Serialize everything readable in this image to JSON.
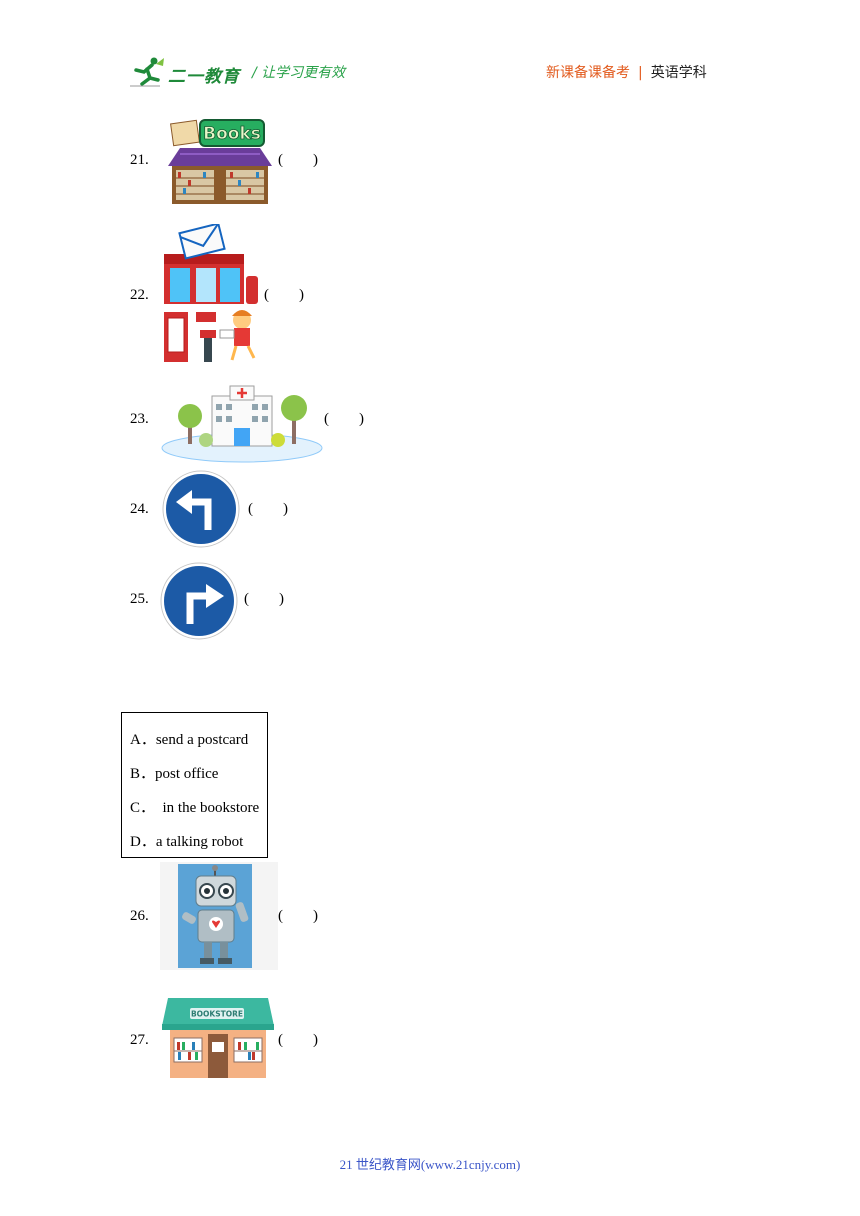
{
  "header": {
    "logo_text": "二一教育",
    "slogan": "/ 让学习更有效",
    "right_text": "新课备课备考",
    "separator": "|",
    "subject": "英语学科"
  },
  "questions": [
    {
      "number": "21.",
      "answer_blank": "(        )",
      "image": "bookstore-books-sign"
    },
    {
      "number": "22.",
      "answer_blank": "(        )",
      "image": "post-office-scene"
    },
    {
      "number": "23.",
      "answer_blank": "(        )",
      "image": "hospital"
    },
    {
      "number": "24.",
      "answer_blank": "(        )",
      "image": "turn-left-sign"
    },
    {
      "number": "25.",
      "answer_blank": "(        )",
      "image": "turn-right-sign"
    },
    {
      "number": "26.",
      "answer_blank": "(        )",
      "image": "robot"
    },
    {
      "number": "27.",
      "answer_blank": "(        )",
      "image": "bookstore-building"
    }
  ],
  "options": [
    {
      "label": "A．send a postcard"
    },
    {
      "label": "B．post office"
    },
    {
      "label": "C．  in the bookstore"
    },
    {
      "label": "D．a talking robot"
    }
  ],
  "images": {
    "bookstore_sign": "Books",
    "bookstore_building_sign": "BOOKSTORE"
  },
  "footer": "21 世纪教育网(www.21cnjy.com)",
  "colors": {
    "sign_blue": "#1c5aa6",
    "header_orange": "#e25b1e",
    "logo_green": "#1f8a3a"
  }
}
